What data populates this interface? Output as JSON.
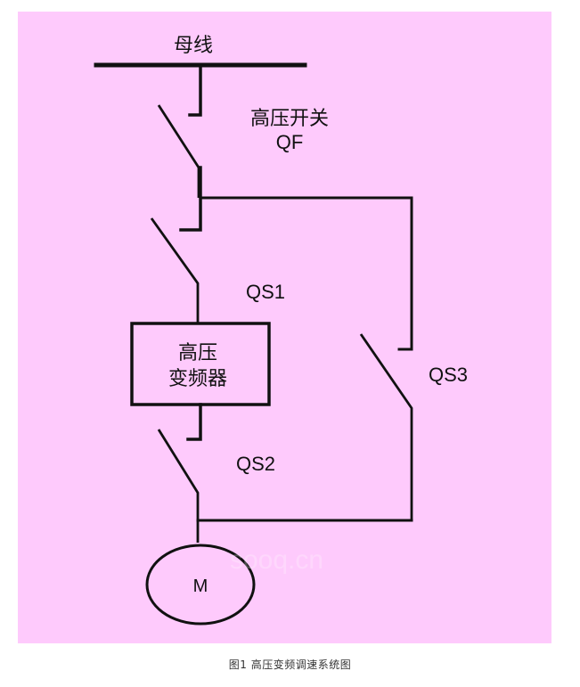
{
  "diagram": {
    "title": "高压变频调速系统图",
    "background_color": "#fecafc",
    "line_color": "#111111",
    "busbar": {
      "label": "母线"
    },
    "main_switch": {
      "label_cn": "高压开关",
      "label_code": "QF"
    },
    "isolator_1": {
      "label": "QS1"
    },
    "inverter": {
      "line1": "高压",
      "line2": "变频器"
    },
    "isolator_2": {
      "label": "QS2"
    },
    "bypass_switch": {
      "label": "QS3"
    },
    "motor": {
      "label": "M"
    },
    "watermark": "sooq.cn"
  },
  "caption": "图1  高压变频调速系统图"
}
